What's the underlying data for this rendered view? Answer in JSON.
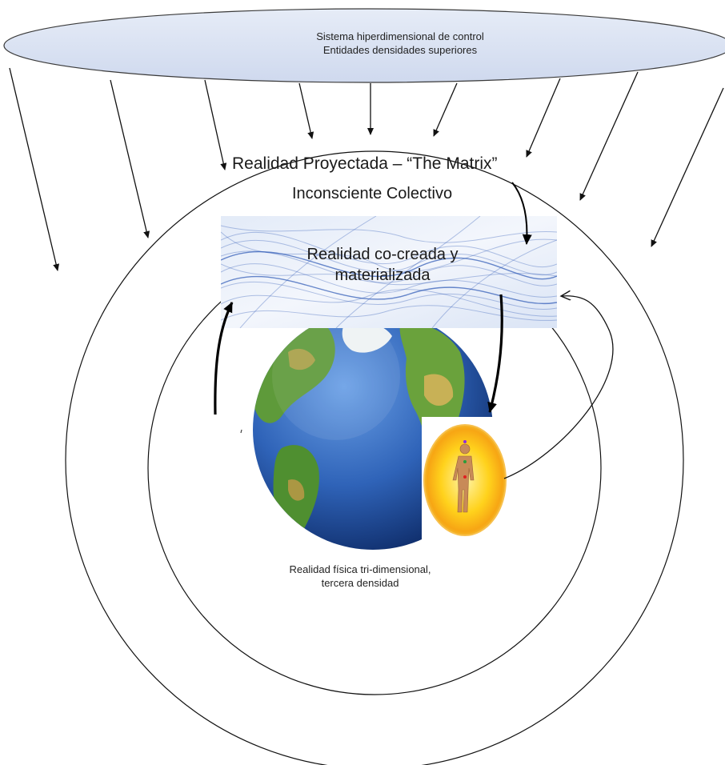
{
  "diagram": {
    "control_system": {
      "line1": "Sistema hiperdimensional de control",
      "line2": "Entidades densidades superiores"
    },
    "projected_reality": "Realidad Proyectada – “The Matrix”",
    "collective_unconscious": "Inconsciente Colectivo",
    "co_created_reality": {
      "line1": "Realidad co-creada y",
      "line2": "materializada"
    },
    "physical_reality": {
      "line1": "Realidad física tri-dimensional,",
      "line2": "tercera densidad"
    },
    "images": {
      "earth": "earth-globe-image",
      "human": "human-aura-figure-image",
      "waves": "blue-wave-lines-image"
    },
    "colors": {
      "ellipse_fill": "#dbe3f2",
      "ellipse_stroke": "#3a3a3a",
      "ocean": "#2f63b8",
      "land": "#5e9a3a",
      "aura_outer": "#ffcf1a",
      "aura_inner": "#f39a14",
      "wave_lines": "#2b57b5"
    }
  }
}
